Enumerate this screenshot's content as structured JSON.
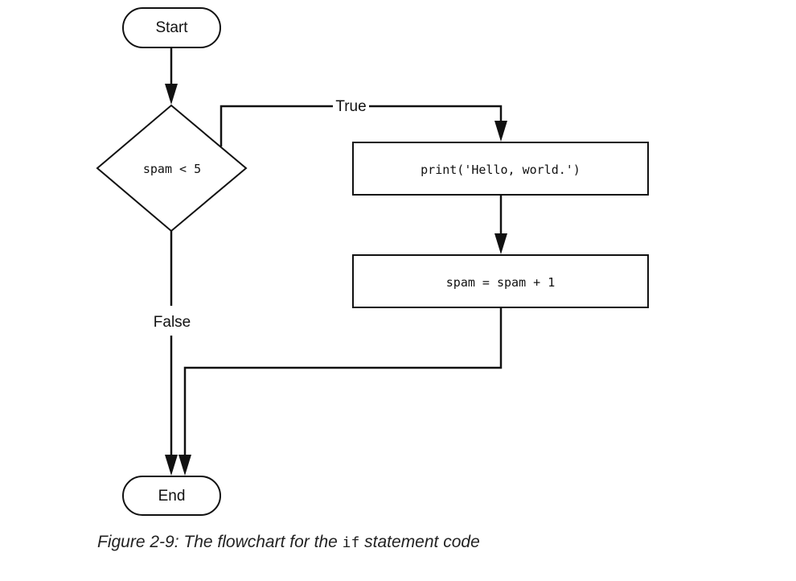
{
  "flowchart": {
    "start_label": "Start",
    "condition": "spam < 5",
    "true_label": "True",
    "false_label": "False",
    "step1": "print('Hello, world.')",
    "step2": "spam = spam + 1",
    "end_label": "End"
  },
  "caption": {
    "prefix": "Figure 2-9: The flowchart for the ",
    "code": "if",
    "suffix": " statement code"
  }
}
